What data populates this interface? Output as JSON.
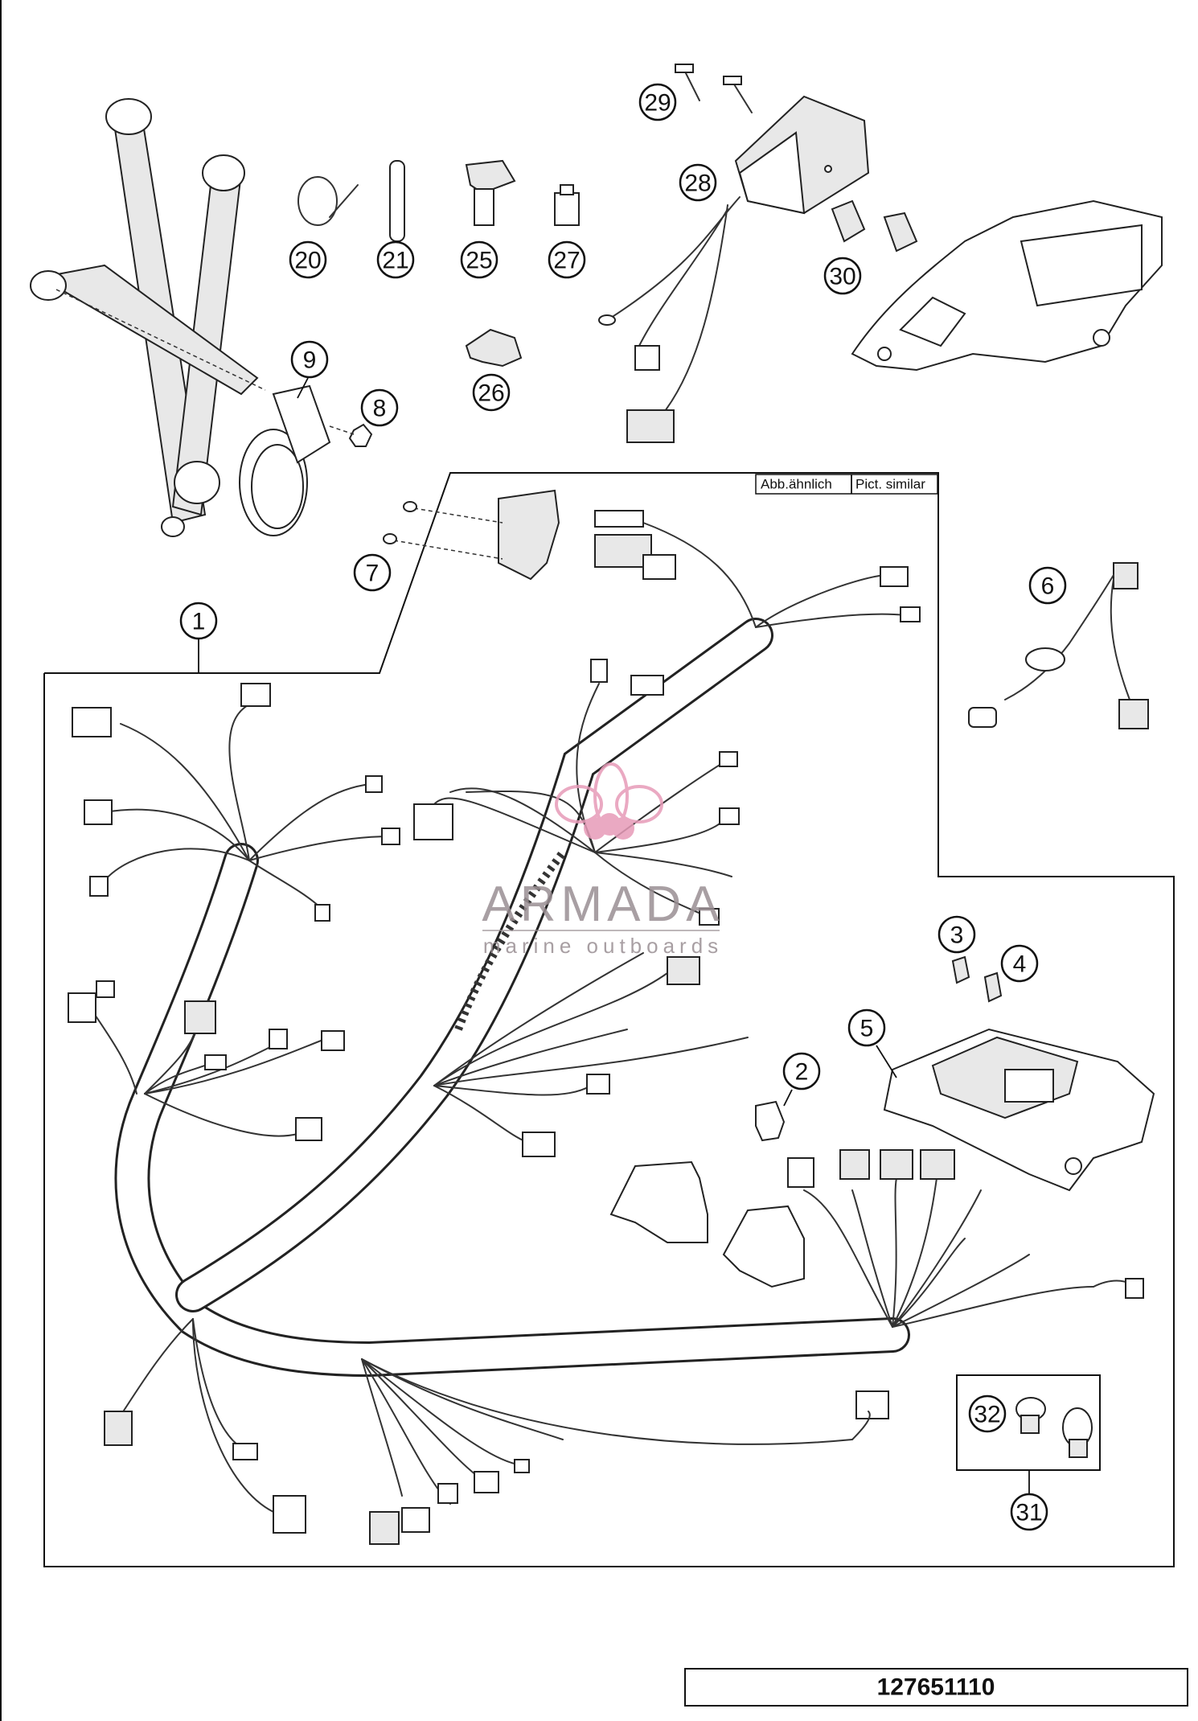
{
  "diagram": {
    "note": {
      "label_de": "Abb.ähnlich",
      "label_en": "Pict. similar"
    },
    "callouts": [
      "1",
      "2",
      "3",
      "4",
      "5",
      "6",
      "7",
      "8",
      "9",
      "20",
      "21",
      "25",
      "26",
      "27",
      "28",
      "29",
      "30",
      "31",
      "32"
    ],
    "part_number": "127651110"
  },
  "watermark": {
    "brand": "ARMADA",
    "tagline": "marine outboards",
    "color": "#e79bb8"
  }
}
